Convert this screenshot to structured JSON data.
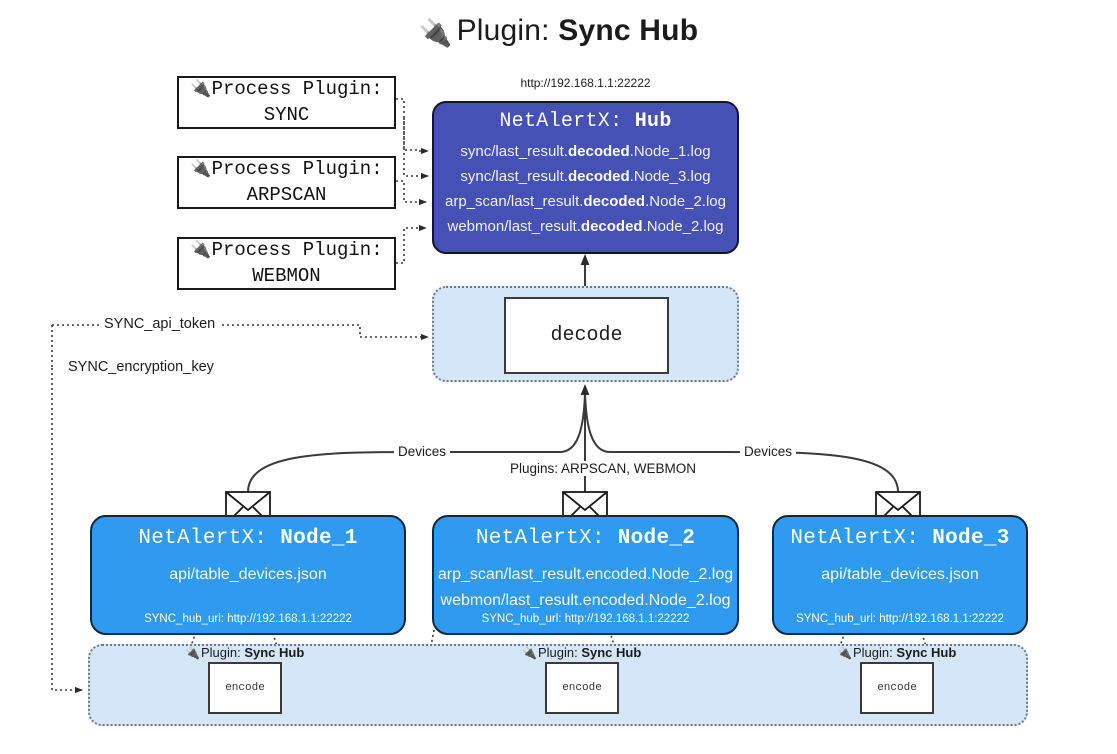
{
  "title": {
    "icon": "plug-icon",
    "prefix": "Plugin:",
    "name": "Sync Hub"
  },
  "hub": {
    "url": "http://192.168.1.1:22222",
    "title_prefix": "NetAlertX:",
    "title_name": "Hub",
    "lines": [
      {
        "pre": "sync/last_result.",
        "em": "decoded",
        "post": ".Node_1.log"
      },
      {
        "pre": "sync/last_result.",
        "em": "decoded",
        "post": ".Node_3.log"
      },
      {
        "pre": "arp_scan/last_result.",
        "em": "decoded",
        "post": ".Node_2.log"
      },
      {
        "pre": "webmon/last_result.",
        "em": "decoded",
        "post": ".Node_2.log"
      }
    ]
  },
  "process_plugins": [
    {
      "icon": "plug-icon",
      "line1": "Process Plugin:",
      "line2": "SYNC"
    },
    {
      "icon": "plug-icon",
      "line1": "Process Plugin:",
      "line2": "ARPSCAN"
    },
    {
      "icon": "plug-icon",
      "line1": "Process Plugin:",
      "line2": "WEBMON"
    }
  ],
  "decode": {
    "label": "decode"
  },
  "settings": {
    "api_token": "SYNC_api_token",
    "encryption_key": "SYNC_encryption_key"
  },
  "edge_labels": {
    "devices_left": "Devices",
    "devices_right": "Devices",
    "plugins_center": "Plugins: ARPSCAN, WEBMON"
  },
  "nodes": [
    {
      "title_prefix": "NetAlertX:",
      "title_name": "Node_1",
      "lines": [
        "api/table_devices.json"
      ],
      "foot": "SYNC_hub_url: http://192.168.1.1:22222"
    },
    {
      "title_prefix": "NetAlertX:",
      "title_name": "Node_2",
      "lines": [
        "arp_scan/last_result.encoded.Node_2.log",
        "webmon/last_result.encoded.Node_2.log"
      ],
      "foot": "SYNC_hub_url: http://192.168.1.1:22222"
    },
    {
      "title_prefix": "NetAlertX:",
      "title_name": "Node_3",
      "lines": [
        "api/table_devices.json"
      ],
      "foot": "SYNC_hub_url: http://192.168.1.1:22222"
    }
  ],
  "encoders": [
    {
      "icon": "plug-icon",
      "label_prefix": "Plugin:",
      "label_name": "Sync Hub",
      "box": "encode"
    },
    {
      "icon": "plug-icon",
      "label_prefix": "Plugin:",
      "label_name": "Sync Hub",
      "box": "encode"
    },
    {
      "icon": "plug-icon",
      "label_prefix": "Plugin:",
      "label_name": "Sync Hub",
      "box": "encode"
    }
  ],
  "colors": {
    "hub_fill": "#4551b5",
    "node_fill": "#2f9bf0",
    "zone_fill": "#d4e6f8",
    "stroke": "#3b3b3b",
    "page_bg": "#ffffff"
  }
}
